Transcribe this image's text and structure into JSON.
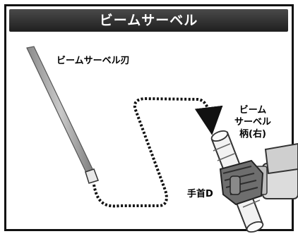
{
  "title": "ビームサーベル",
  "labels": {
    "blade": "ビームサーベル刃",
    "handle_line1": "ビーム",
    "handle_line2": "サーベル",
    "handle_line3": "柄(右)",
    "wrist": "手首D"
  }
}
